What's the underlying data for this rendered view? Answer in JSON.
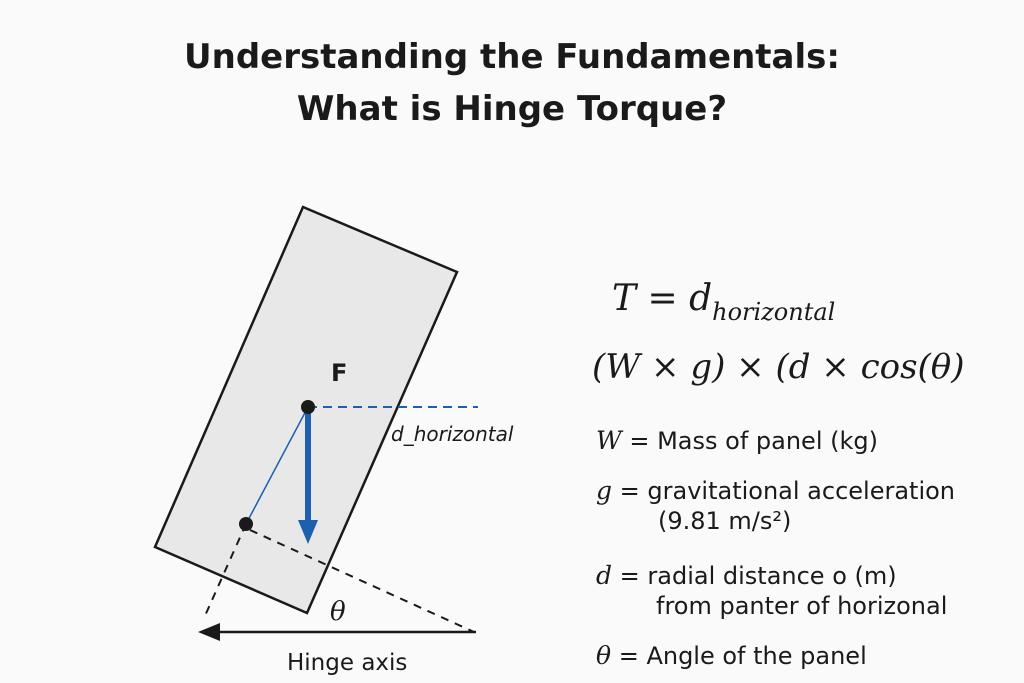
{
  "title": {
    "line1": "Understanding the Fundamentals:",
    "line2": "What is Hinge Torque?"
  },
  "diagram": {
    "force_label": "F",
    "distance_label": "d_horizontal",
    "angle_label": "θ",
    "axis_label": "Hinge axis",
    "colors": {
      "force_arrow": "#1f5fb0",
      "panel_fill": "#e8e8e8",
      "outline": "#1a1a1a"
    }
  },
  "equations": {
    "eq1_lhs": "T = d",
    "eq1_sub": "horizontal",
    "eq2": "(W × g) × (d × cos(θ)"
  },
  "definitions": [
    {
      "symbol": "W",
      "text": "= Mass of panel (kg)",
      "cont": ""
    },
    {
      "symbol": "g",
      "text": " = gravitational acceleration",
      "cont": "(9.81 m/s²)"
    },
    {
      "symbol": "d",
      "text": " = radial distance o (m)",
      "cont": "from panter of horizonal"
    },
    {
      "symbol": "θ",
      "text": " = Angle of the panel",
      "cont": ""
    }
  ]
}
